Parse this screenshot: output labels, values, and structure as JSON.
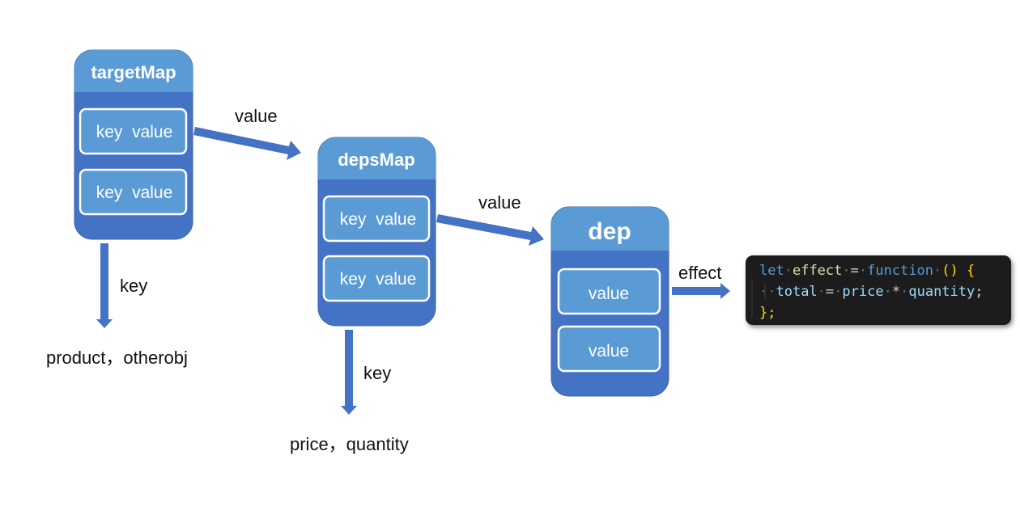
{
  "nodes": {
    "targetMap": {
      "title": "targetMap",
      "rows": [
        "key  value",
        "key  value"
      ]
    },
    "depsMap": {
      "title": "depsMap",
      "rows": [
        "key  value",
        "key  value"
      ]
    },
    "dep": {
      "title": "dep",
      "rows": [
        "value",
        "value"
      ]
    }
  },
  "edges": {
    "target_to_deps": "value",
    "deps_to_dep": "value",
    "target_key": "key",
    "deps_key": "key",
    "dep_effect": "effect"
  },
  "outputs": {
    "target_keys": "product，otherobj",
    "deps_keys": "price，quantity"
  },
  "code": {
    "line1": {
      "kw": "let",
      "name": "effect",
      "eq": "=",
      "fn": "function",
      "rest": "() {"
    },
    "line2": {
      "a": "total",
      "eq": "=",
      "b": "price",
      "op": "*",
      "c": "quantity",
      "end": ";"
    },
    "line3": "};"
  },
  "colors": {
    "box_fill": "#4472c4",
    "header_fill": "#5b9bd5",
    "slot_fill": "#5b9bd5",
    "slot_border": "#ffffff",
    "arrow": "#4472c4",
    "code_bg": "#1e1e1e",
    "code_keyword": "#569cd6",
    "code_ident": "#9cdcfe",
    "code_plain": "#d4d4d4",
    "code_dim": "#dcdcaa"
  }
}
